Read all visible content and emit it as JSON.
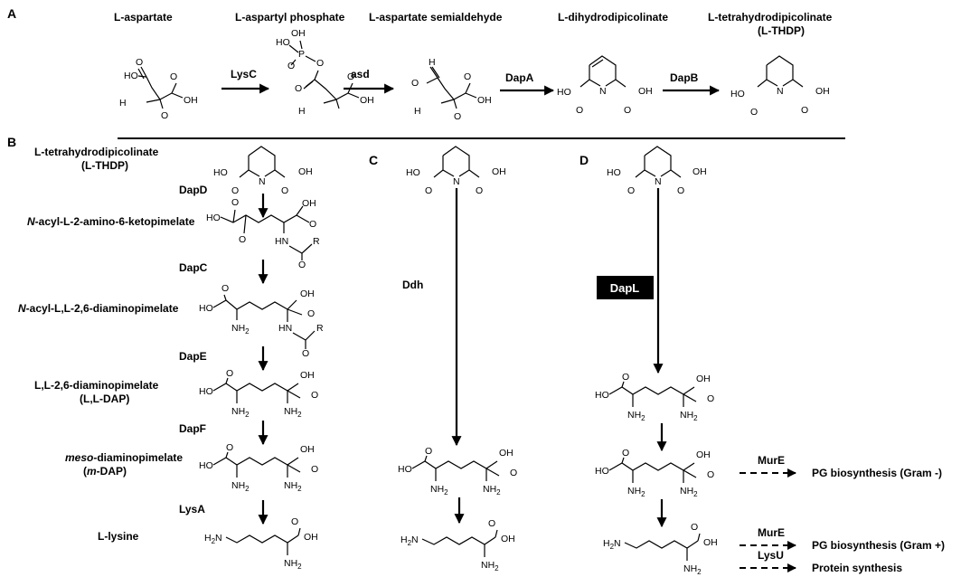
{
  "panels": {
    "A": "A",
    "B": "B",
    "C": "C",
    "D": "D"
  },
  "panelA": {
    "compounds": [
      "L-aspartate",
      "L-aspartyl phosphate",
      "L-aspartate semialdehyde",
      "L-dihydrodipicolinate",
      "L-tetrahydrodipicolinate",
      "(L-THDP)"
    ],
    "enzymes": [
      "LysC",
      "asd",
      "DapA",
      "DapB"
    ]
  },
  "panelB": {
    "compounds": [
      {
        "text": "L-tetrahydrodipicolinate"
      },
      {
        "text": "(L-THDP)"
      },
      {
        "italic": "N",
        "text": "-acyl-L-2-amino-6-ketopimelate"
      },
      {
        "italic": "N",
        "text": "-acyl-L,L-2,6-diaminopimelate"
      },
      {
        "text": "L,L-2,6-diaminopimelate"
      },
      {
        "text": "(L,L-DAP)"
      },
      {
        "italic": "meso",
        "text": "-diaminopimelate"
      },
      {
        "pre": "(",
        "italic": "m",
        "text": "-DAP)"
      },
      {
        "text": "L-lysine"
      }
    ],
    "enzymes": [
      "DapD",
      "DapC",
      "DapE",
      "DapF",
      "LysA"
    ]
  },
  "panelC": {
    "enzymes": [
      "Ddh"
    ]
  },
  "panelD": {
    "enzymes": [
      "DapL"
    ],
    "side": [
      {
        "enzyme": "MurE",
        "product": "PG biosynthesis (Gram -)"
      },
      {
        "enzyme": "MurE",
        "product": "PG biosynthesis (Gram +)"
      },
      {
        "enzyme": "LysU",
        "product": "Protein synthesis"
      }
    ]
  },
  "atoms": {
    "OH": "OH",
    "HO": "HO",
    "O": "O",
    "N": "N",
    "R": "R",
    "P": "P",
    "H": "H",
    "NH2": "NH",
    "H2N": "H",
    "sub2": "2",
    "HN": "HN"
  }
}
